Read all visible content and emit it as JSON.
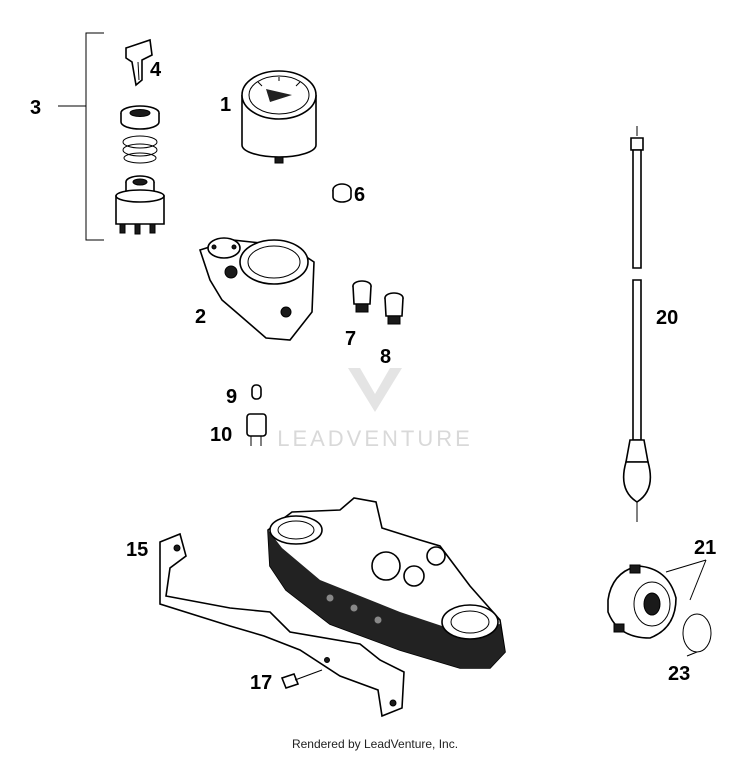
{
  "callouts": {
    "c1": "1",
    "c2": "2",
    "c3": "3",
    "c4": "4",
    "c6": "6",
    "c7": "7",
    "c8": "8",
    "c9": "9",
    "c10": "10",
    "c15": "15",
    "c17": "17",
    "c20": "20",
    "c21": "21",
    "c23": "23"
  },
  "watermark": "LEADVENTURE",
  "footer": "Rendered by LeadVenture, Inc."
}
